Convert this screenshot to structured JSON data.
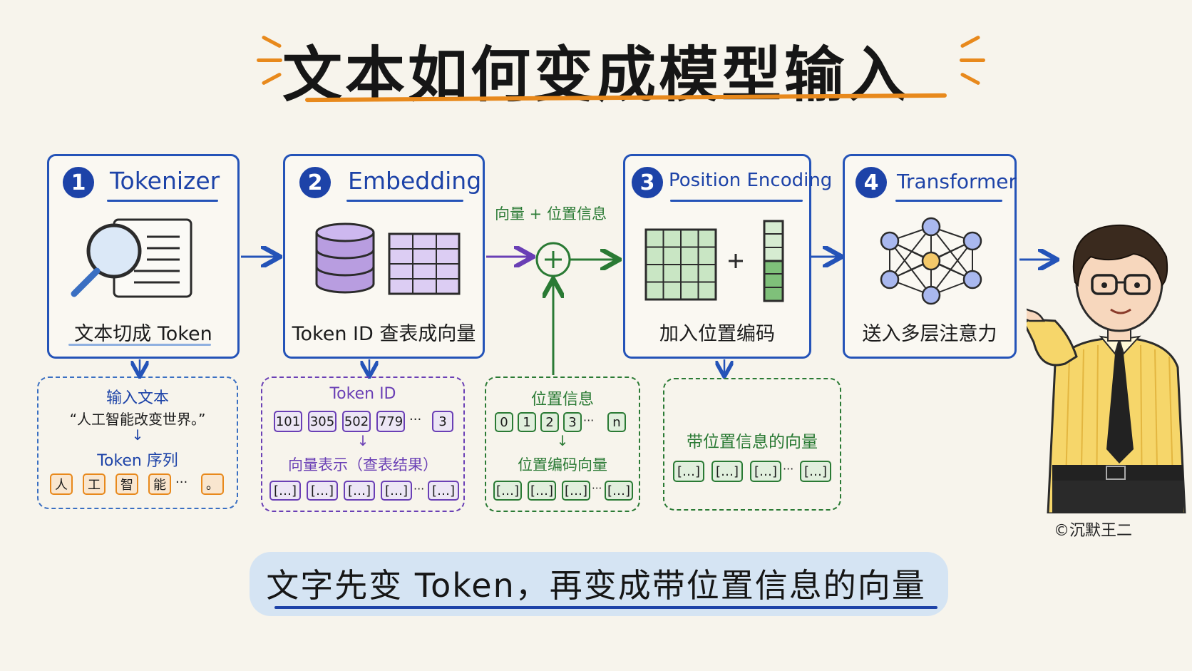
{
  "title": "文本如何变成模型输入",
  "steps": [
    {
      "num": "1",
      "title": "Tokenizer",
      "label": "文本切成 Token"
    },
    {
      "num": "2",
      "title": "Embedding",
      "label": "Token ID 查表成向量"
    },
    {
      "num": "3",
      "title": "Position Encoding",
      "label": "加入位置编码"
    },
    {
      "num": "4",
      "title": "Transformer",
      "label": "送入多层注意力"
    }
  ],
  "merge_label": "向量 + 位置信息",
  "tokenizer_detail": {
    "input_title": "输入文本",
    "input_text": "“人工智能改变世界。”",
    "seq_title": "Token 序列",
    "tokens": [
      "人",
      "工",
      "智",
      "能",
      "。"
    ]
  },
  "embedding_detail": {
    "title": "Token ID",
    "ids": [
      "101",
      "305",
      "502",
      "779",
      "3"
    ],
    "vec_title": "向量表示（查表结果）",
    "vectors": [
      "[…]",
      "[…]",
      "[…]",
      "[…]",
      "[…]"
    ]
  },
  "position_detail": {
    "title": "位置信息",
    "positions": [
      "0",
      "1",
      "2",
      "3",
      "n"
    ],
    "vec_title": "位置编码向量",
    "vectors": [
      "[…]",
      "[…]",
      "[…]",
      "[…]"
    ]
  },
  "result_detail": {
    "title": "带位置信息的向量",
    "vectors": [
      "[…]",
      "[…]",
      "[…]",
      "[…]"
    ]
  },
  "ellipsis": "···",
  "plus": "+",
  "down_arrow": "↓",
  "summary": "文字先变 Token，再变成带位置信息的向量",
  "credit": "©沉默王二",
  "colors": {
    "blue": "#1d43a8",
    "purple": "#6a3fb5",
    "green": "#2a7a34",
    "orange": "#e8891c",
    "token_fill": "#f9e6cf",
    "token_border": "#e8891c"
  }
}
